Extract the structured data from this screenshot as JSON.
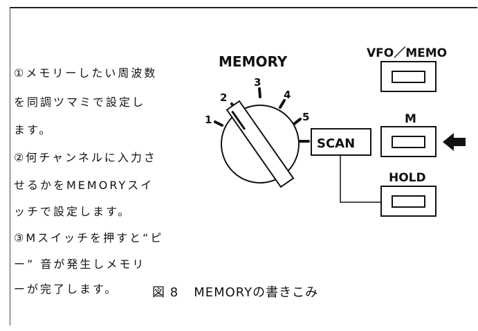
{
  "instructions": [
    "①メモリーしたい周波数",
    "を同調ツマミで設定し",
    "ます。",
    "②何チャンネルに入力さ",
    "せるかをMEMORYスイ",
    "ッチで設定します。",
    "③Mスイッチを押すと“ピ",
    "ー” 音が発生しメモリ",
    "ーが完了します。"
  ],
  "dial": {
    "title": "MEMORY",
    "positions": [
      "1",
      "2",
      "3",
      "4",
      "5"
    ]
  },
  "scan_label": "SCAN",
  "switches": {
    "vfo_memo": "VFO／MEMO",
    "m": "M",
    "hold": "HOLD"
  },
  "caption": {
    "figure": "図 8",
    "title": "MEMORYの書きこみ"
  }
}
